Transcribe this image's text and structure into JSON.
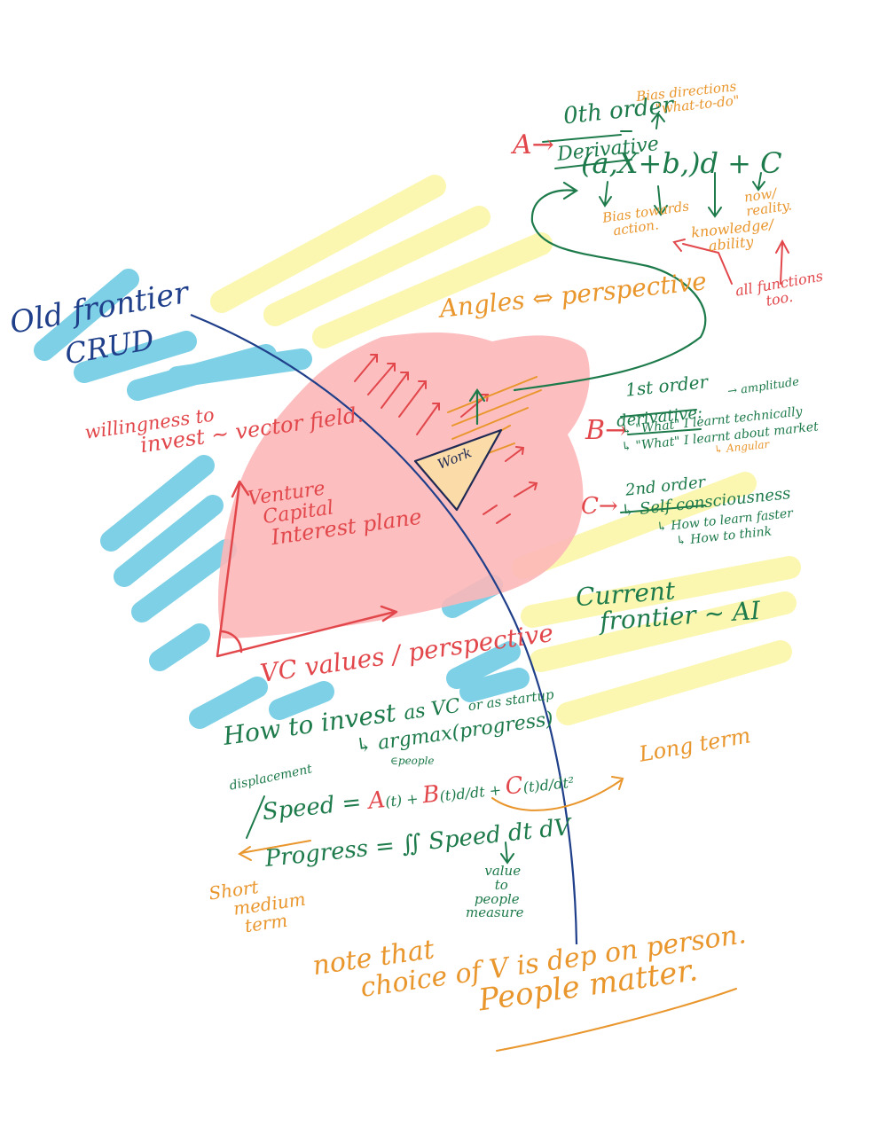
{
  "old_frontier": {
    "title": "Old frontier",
    "sub": "CRUD"
  },
  "willingness": {
    "line1": "willingness to",
    "line2": "invest ~ vector field."
  },
  "angles": "Angles ⇔ perspective",
  "work": "Work",
  "venture": {
    "line1": "Venture",
    "line2": "Capital",
    "line3": "Interest plane"
  },
  "vc_values": "VC values / perspective",
  "zeroth": {
    "label_a": "A→",
    "order": "0th order",
    "derivative": "Derivative",
    "bias_dir": "Bias directions",
    "what_to_do": "\"what-to-do\"",
    "formula": "(a,X+b,)d + C",
    "bias_action_1": "Bias towards",
    "bias_action_2": "action.",
    "knowledge_1": "knowledge/",
    "knowledge_2": "ability",
    "now_1": "now/",
    "now_2": "reality.",
    "all_func_1": "all functions",
    "all_func_2": "too."
  },
  "first": {
    "label_b": "B→",
    "order": "1st order",
    "derivative": "derivative:",
    "amplitude": "→ amplitude",
    "what1": "↳ \"What\" I learnt technically",
    "what2": "↳ \"What\" I learnt about market",
    "angular": "↳ Angular"
  },
  "second": {
    "label_c": "C→",
    "order": "2nd order",
    "self": "↳ Self consciousness",
    "learn": "↳ How to learn faster",
    "think": "↳ How to think"
  },
  "current_frontier": {
    "line1": "Current",
    "line2": "frontier ~ AI"
  },
  "how_invest": {
    "main": "How to invest",
    "as_vc": "as VC",
    "or_startup": "or as startup",
    "argmax": "↳ argmax(progress)",
    "epeople": "∈people"
  },
  "speed": {
    "displacement": "displacement",
    "formula_a": "Speed = ",
    "A": "A",
    "t1": "(t) + ",
    "B": "B",
    "t2": "(t)d/dt + ",
    "C": "C",
    "t3": "(t)d/dt²"
  },
  "long_term": "Long term",
  "progress": "Progress = ∬ Speed dt dV",
  "short": {
    "line1": "Short",
    "line2": "medium",
    "line3": "term"
  },
  "value": {
    "line1": "value",
    "line2": "to",
    "line3": "people",
    "line4": "measure"
  },
  "note": {
    "line1": "note that",
    "line2": "choice of V is dep on person.",
    "line3": "People matter."
  }
}
